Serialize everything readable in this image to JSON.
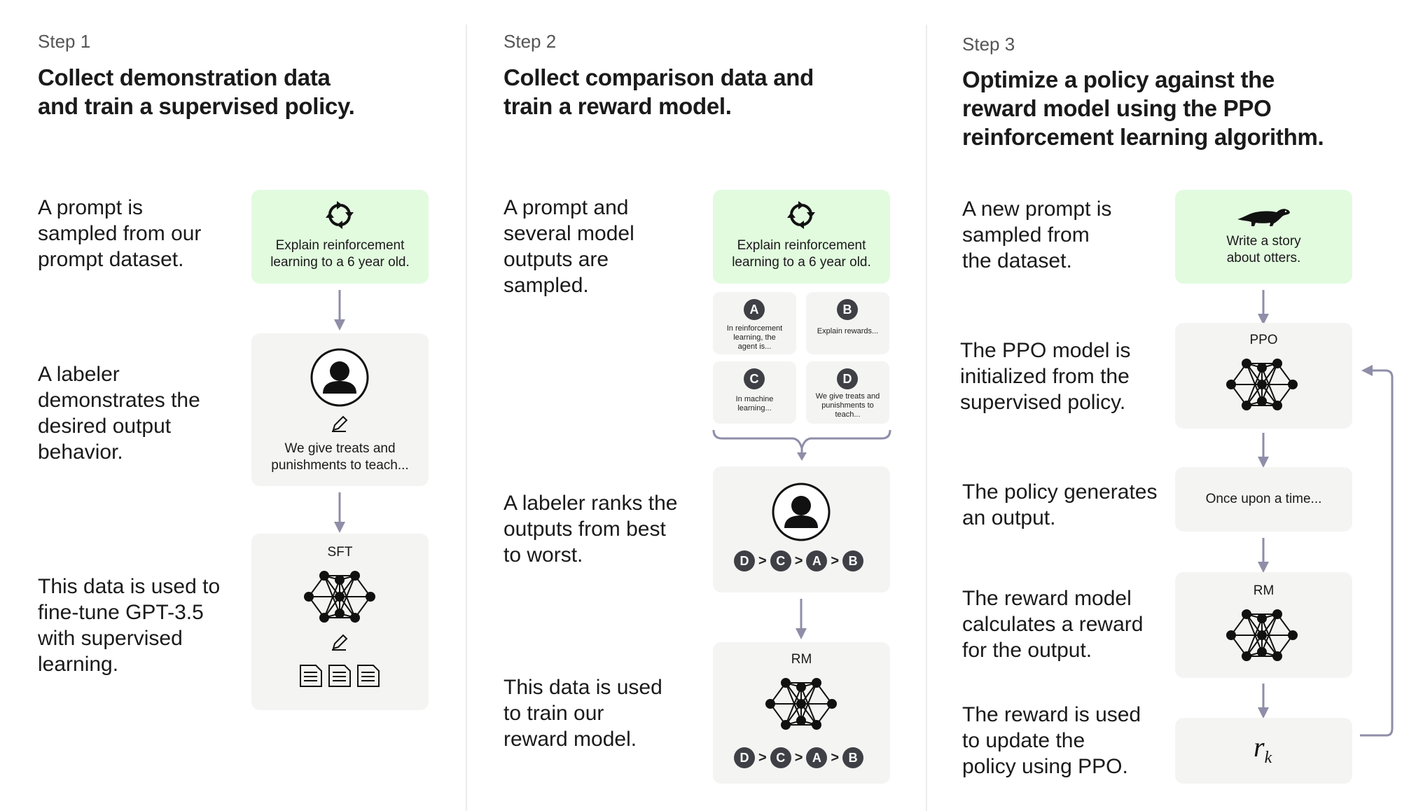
{
  "steps": [
    {
      "number": "Step 1",
      "title_lines": [
        "Collect demonstration data",
        "and train a supervised policy."
      ],
      "descriptions": [
        [
          "A prompt is",
          "sampled from our",
          "prompt dataset."
        ],
        [
          "A labeler",
          "demonstrates the",
          "desired output",
          "behavior."
        ],
        [
          "This data is used to",
          "fine-tune GPT-3.5",
          "with supervised",
          "learning."
        ]
      ],
      "prompt_lines": [
        "Explain reinforcement",
        "learning to a 6 year old."
      ],
      "demo_lines": [
        "We give treats and",
        "punishments to teach..."
      ],
      "model_label": "SFT"
    },
    {
      "number": "Step 2",
      "title_lines": [
        "Collect comparison data and",
        "train a reward model."
      ],
      "descriptions": [
        [
          "A prompt and",
          "several model",
          "outputs are",
          "sampled."
        ],
        [
          "A labeler ranks the",
          "outputs from best",
          "to worst."
        ],
        [
          "This data is used",
          "to train our",
          "reward model."
        ]
      ],
      "prompt_lines": [
        "Explain reinforcement",
        "learning to a 6 year old."
      ],
      "outputs": [
        {
          "letter": "A",
          "lines": [
            "In reinforcement",
            "learning, the",
            "agent is..."
          ]
        },
        {
          "letter": "B",
          "lines": [
            "Explain rewards..."
          ]
        },
        {
          "letter": "C",
          "lines": [
            "In machine",
            "learning..."
          ]
        },
        {
          "letter": "D",
          "lines": [
            "We give treats and",
            "punishments to",
            "teach..."
          ]
        }
      ],
      "ranking": [
        "D",
        "C",
        "A",
        "B"
      ],
      "ranking_sep": ">",
      "model_label": "RM"
    },
    {
      "number": "Step 3",
      "title_lines": [
        "Optimize a policy against the",
        "reward model using the PPO",
        "reinforcement learning algorithm."
      ],
      "descriptions": [
        [
          "A new prompt is",
          "sampled from",
          "the dataset."
        ],
        [
          "The PPO model is",
          "initialized from the",
          "supervised policy."
        ],
        [
          "The policy generates",
          "an output."
        ],
        [
          "The reward model",
          "calculates a reward",
          "for the output."
        ],
        [
          "The reward is used",
          "to update the",
          "policy using PPO."
        ]
      ],
      "prompt_lines": [
        "Write a story",
        "about otters."
      ],
      "ppo_label": "PPO",
      "output_text": "Once upon a time...",
      "rm_label": "RM",
      "reward_symbol": "r",
      "reward_subscript": "k"
    }
  ],
  "icons": [
    "recycle-arrows-icon",
    "person-icon",
    "pencil-icon",
    "document-icon",
    "neural-network-icon",
    "otter-icon",
    "down-arrow-icon"
  ],
  "colors": {
    "prompt_box": "#e2fbdf",
    "model_box": "#f4f4f2",
    "arrow": "#8e8ea8",
    "circle_badge": "#3f3f46"
  }
}
